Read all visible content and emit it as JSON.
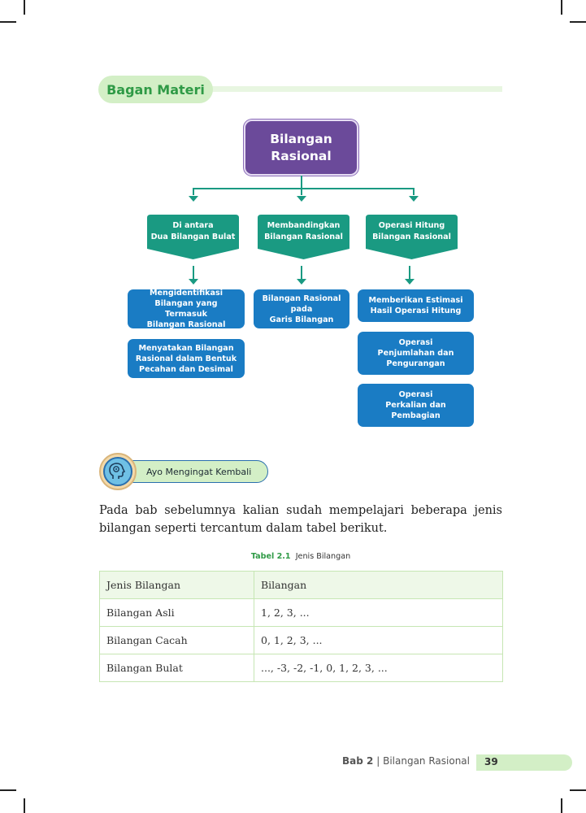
{
  "section_title": "Bagan Materi",
  "diagram": {
    "root": "Bilangan\nRasional",
    "branches": [
      {
        "label": "Di antara\nDua Bilangan Bulat",
        "items": [
          "Mengidentifikasi\nBilangan yang Termasuk\nBilangan Rasional",
          "Menyatakan Bilangan\nRasional dalam Bentuk\nPecahan dan Desimal"
        ]
      },
      {
        "label": "Membandingkan\nBilangan Rasional",
        "items": [
          "Bilangan Rasional\npada\nGaris Bilangan"
        ]
      },
      {
        "label": "Operasi Hitung\nBilangan Rasional",
        "items": [
          "Memberikan Estimasi\nHasil Operasi Hitung",
          "Operasi\nPenjumlahan dan\nPengurangan",
          "Operasi\nPerkalian dan\nPembagian"
        ]
      }
    ]
  },
  "ayo_label": "Ayo Mengingat Kembali",
  "paragraph": "Pada bab sebelumnya kalian sudah mempelajari beberapa jenis bilangan seperti tercantum dalam tabel berikut.",
  "table_caption": {
    "number": "Tabel 2.1",
    "title": "Jenis Bilangan"
  },
  "table": {
    "header": [
      "Jenis Bilangan",
      "Bilangan"
    ],
    "rows": [
      [
        "Bilangan Asli",
        "1, 2, 3, ..."
      ],
      [
        "Bilangan Cacah",
        "0, 1, 2, 3, ..."
      ],
      [
        "Bilangan Bulat",
        "..., -3, -2, -1, 0, 1, 2, 3, ..."
      ]
    ]
  },
  "footer": {
    "chapter": "Bab 2",
    "separator": "|",
    "chapter_title": "Bilangan Rasional",
    "page": "39"
  }
}
